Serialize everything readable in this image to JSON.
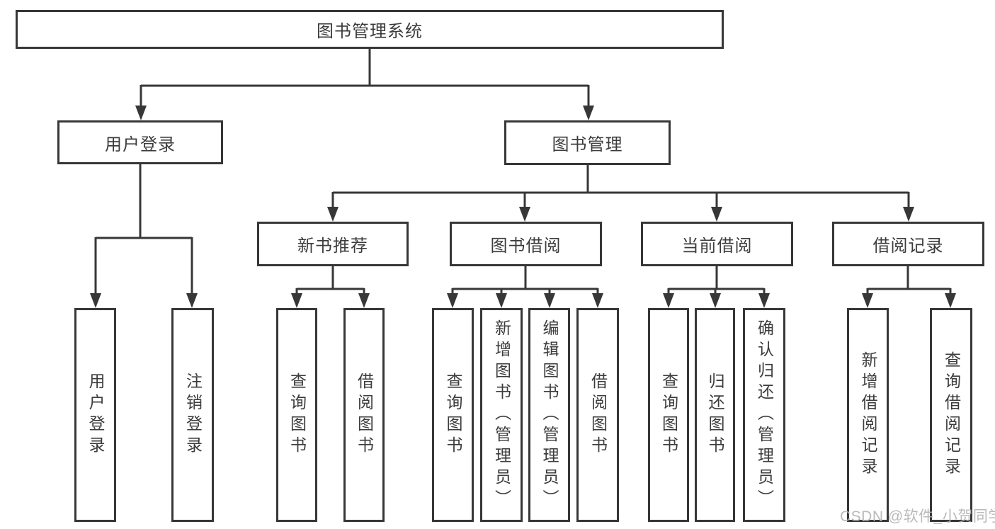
{
  "diagram": {
    "root": {
      "label": "图书管理系统",
      "children": [
        {
          "label": "用户登录",
          "children": [
            {
              "label": "用户登录"
            },
            {
              "label": "注销登录"
            }
          ]
        },
        {
          "label": "图书管理",
          "children": [
            {
              "label": "新书推荐",
              "children": [
                {
                  "label": "查询图书"
                },
                {
                  "label": "借阅图书"
                }
              ]
            },
            {
              "label": "图书借阅",
              "children": [
                {
                  "label": "查询图书"
                },
                {
                  "label": "新增图书（管理员）"
                },
                {
                  "label": "编辑图书（管理员）"
                },
                {
                  "label": "借阅图书"
                }
              ]
            },
            {
              "label": "当前借阅",
              "children": [
                {
                  "label": "查询图书"
                },
                {
                  "label": "归还图书"
                },
                {
                  "label": "确认归还（管理员）"
                }
              ]
            },
            {
              "label": "借阅记录",
              "children": [
                {
                  "label": "新增借阅记录"
                },
                {
                  "label": "查询借阅记录"
                }
              ]
            }
          ]
        }
      ]
    }
  },
  "watermark": "CSDN @软件_小贺同学",
  "colors": {
    "line": "#373737",
    "text": "#3c3c3c",
    "watermark": "#b3b3b3",
    "background": "#ffffff"
  }
}
